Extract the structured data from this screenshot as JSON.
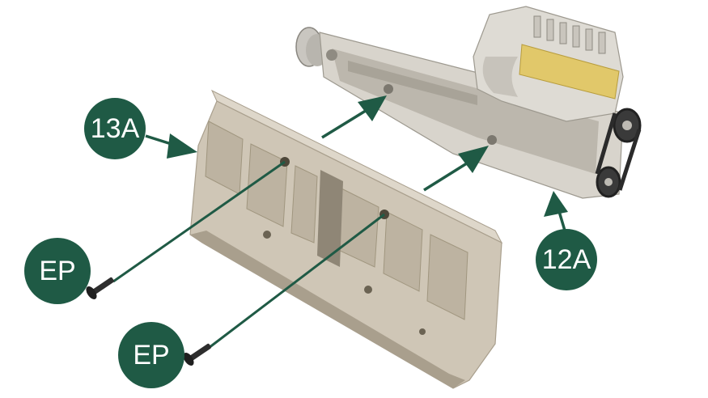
{
  "colors": {
    "callout_fill": "#1f5a45",
    "arrow": "#1f5a45",
    "guide_line": "#1f5a45",
    "panel_body": "#cfc6b6",
    "panel_shadow": "#a99f8d",
    "assembly_body": "#d8d4cc",
    "pump_yellow": "#e1c86a"
  },
  "callouts": [
    {
      "id": "13a",
      "label": "13A"
    },
    {
      "id": "12a",
      "label": "12A"
    },
    {
      "id": "ep1",
      "label": "EP"
    },
    {
      "id": "ep2",
      "label": "EP"
    }
  ],
  "parts": {
    "panel": "cylinder-block-side-panel",
    "assembly": "camshaft-and-injection-pump-assembly",
    "screws": [
      "screw",
      "screw"
    ]
  }
}
